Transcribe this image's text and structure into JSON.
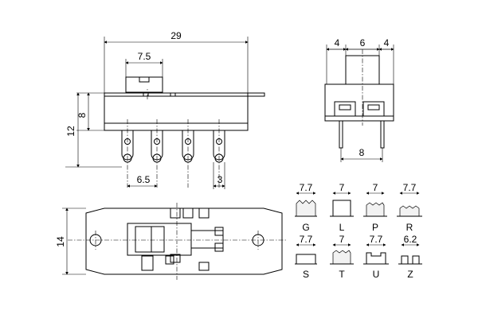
{
  "dimensions": {
    "top_width": "29",
    "top_knob": "7.5",
    "side_8": "8",
    "side_12": "12",
    "pin_pitch": "6.5",
    "pin_3": "3",
    "end_left": "4",
    "end_mid": "6",
    "end_right": "4",
    "end_bottom": "8",
    "bottom_height": "14"
  },
  "actuators": [
    {
      "code": "G",
      "dim": "7.7"
    },
    {
      "code": "L",
      "dim": "7"
    },
    {
      "code": "P",
      "dim": "7"
    },
    {
      "code": "R",
      "dim": "7.7"
    },
    {
      "code": "S",
      "dim": "7.7"
    },
    {
      "code": "T",
      "dim": "7"
    },
    {
      "code": "U",
      "dim": "7.7"
    },
    {
      "code": "Z",
      "dim": "6.2"
    }
  ]
}
